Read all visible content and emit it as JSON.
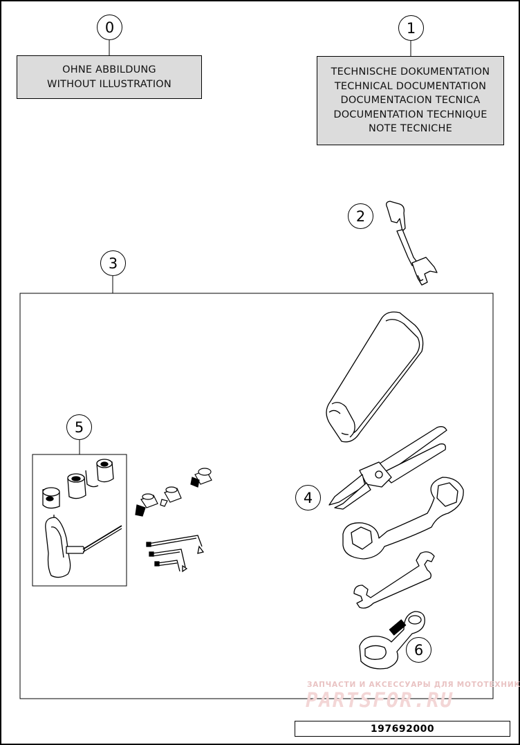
{
  "callouts": {
    "c0": "0",
    "c1": "1",
    "c2": "2",
    "c3": "3",
    "c4": "4",
    "c5": "5",
    "c6": "6"
  },
  "label_box_0": {
    "lines": [
      "OHNE ABBILDUNG",
      "WITHOUT ILLUSTRATION"
    ]
  },
  "label_box_1": {
    "lines": [
      "TECHNISCHE DOKUMENTATION",
      "TECHNICAL DOCUMENTATION",
      "DOCUMENTACION TECNICA",
      "DOCUMENTATION TECHNIQUE",
      "NOTE TECNICHE"
    ]
  },
  "watermark": {
    "line1": "ЗАПЧАСТИ И АКСЕССУАРЫ ДЛЯ МОТОТЕХНИКИ",
    "line2": "PARTSFOR.RU"
  },
  "part_number": "197692000",
  "colors": {
    "label_fill": "#dcdcdc",
    "line": "#000000",
    "watermark": "#e9c3c3"
  },
  "icons": [
    "hook-wrench-icon",
    "tool-pouch-icon",
    "pliers-icon",
    "spanner-icon",
    "open-end-wrench-icon",
    "ring-spanner-icon",
    "socket-icon",
    "t-handle-icon",
    "hex-key-icon"
  ]
}
